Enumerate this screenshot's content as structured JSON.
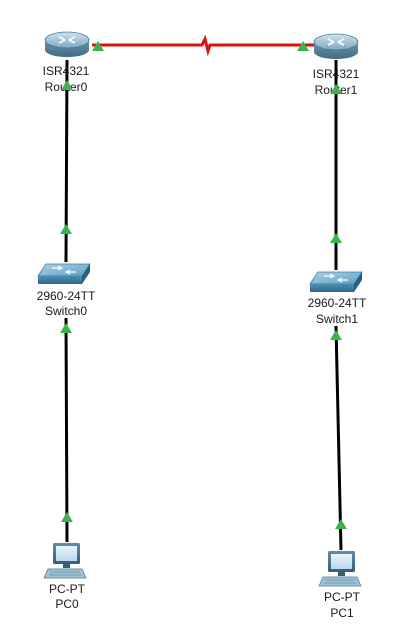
{
  "devices": [
    {
      "id": "router0",
      "model": "ISR4321",
      "name": "Router0",
      "type": "router",
      "icon": "router-icon"
    },
    {
      "id": "router1",
      "model": "ISR4321",
      "name": "Router1",
      "type": "router",
      "icon": "router-icon"
    },
    {
      "id": "switch0",
      "model": "2960-24TT",
      "name": "Switch0",
      "type": "switch",
      "icon": "switch-icon"
    },
    {
      "id": "switch1",
      "model": "2960-24TT",
      "name": "Switch1",
      "type": "switch",
      "icon": "switch-icon"
    },
    {
      "id": "pc0",
      "model": "PC-PT",
      "name": "PC0",
      "type": "pc",
      "icon": "pc-icon"
    },
    {
      "id": "pc1",
      "model": "PC-PT",
      "name": "PC1",
      "type": "pc",
      "icon": "pc-icon"
    }
  ],
  "links": [
    {
      "from": "router0",
      "to": "router1",
      "type": "serial",
      "color": "#e01010"
    },
    {
      "from": "router0",
      "to": "switch0",
      "type": "straight-through",
      "color": "#000000"
    },
    {
      "from": "switch0",
      "to": "pc0",
      "type": "straight-through",
      "color": "#000000"
    },
    {
      "from": "router1",
      "to": "switch1",
      "type": "straight-through",
      "color": "#000000"
    },
    {
      "from": "switch1",
      "to": "pc1",
      "type": "straight-through",
      "color": "#000000"
    }
  ],
  "link_status": {
    "state": "up",
    "color": "#39b54a",
    "icon": "link-up-triangle-icon"
  }
}
